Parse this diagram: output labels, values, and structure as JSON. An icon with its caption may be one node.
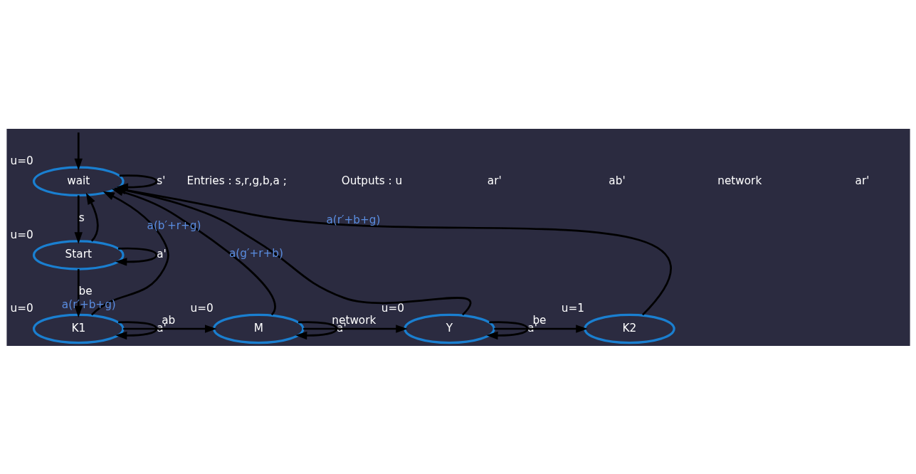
{
  "diagram": {
    "nodes": [
      {
        "text": [
          "wait"
        ],
        "beside": [
          "u=0"
        ]
      },
      {
        "text": [
          "Start"
        ],
        "beside": [
          "u=0"
        ]
      },
      {
        "text": [
          "K1"
        ],
        "beside": [
          "u=0"
        ]
      },
      {
        "text": [
          "M"
        ],
        "beside": [
          "u=0"
        ]
      },
      {
        "text": [
          "Y"
        ],
        "beside": [
          "u=0"
        ]
      },
      {
        "text": [
          "K2"
        ],
        "beside": [
          "u=1"
        ]
      }
    ],
    "edges": [
      {
        "from": null,
        "to": 0,
        "arrow": "to"
      },
      {
        "from": 0,
        "to": 0,
        "arrow": "to",
        "label": "s'"
      },
      {
        "from": 0,
        "to": 1,
        "arrow": "to",
        "label": "s"
      },
      {
        "from": 1,
        "to": 1,
        "arrow": "to",
        "label": "a'"
      },
      {
        "from": 1,
        "to": 2,
        "arrow": "to",
        "label": "be"
      },
      {
        "from": 1,
        "to": 0,
        "arrow": "to"
      },
      {
        "from": 2,
        "to": 2,
        "arrow": "to",
        "label": "a'"
      },
      {
        "from": 2,
        "to": 3,
        "arrow": "to",
        "label": "ab"
      },
      {
        "from": 2,
        "to": 0,
        "arrow": "to",
        "label": "a(r′+b+g)"
      },
      {
        "from": 3,
        "to": 3,
        "arrow": "to",
        "label": "a'"
      },
      {
        "from": 3,
        "to": 4,
        "arrow": "to",
        "label": "network"
      },
      {
        "from": 3,
        "to": 0,
        "arrow": "to",
        "label": "a(b′+r+g)"
      },
      {
        "from": 4,
        "to": 4,
        "arrow": "to",
        "label": "a'"
      },
      {
        "from": 4,
        "to": 5,
        "arrow": "to",
        "label": "be"
      },
      {
        "from": 4,
        "to": 0,
        "arrow": "to",
        "label": "a(g′+r+b)"
      },
      {
        "from": 5,
        "to": 0,
        "arrow": "to",
        "label": "a(r′+b+g)"
      }
    ],
    "labels": [
      "Entries : s,r,g,b,a ;",
      "Outputs : u",
      "ar'",
      "ab'",
      "network",
      "ar'"
    ]
  }
}
